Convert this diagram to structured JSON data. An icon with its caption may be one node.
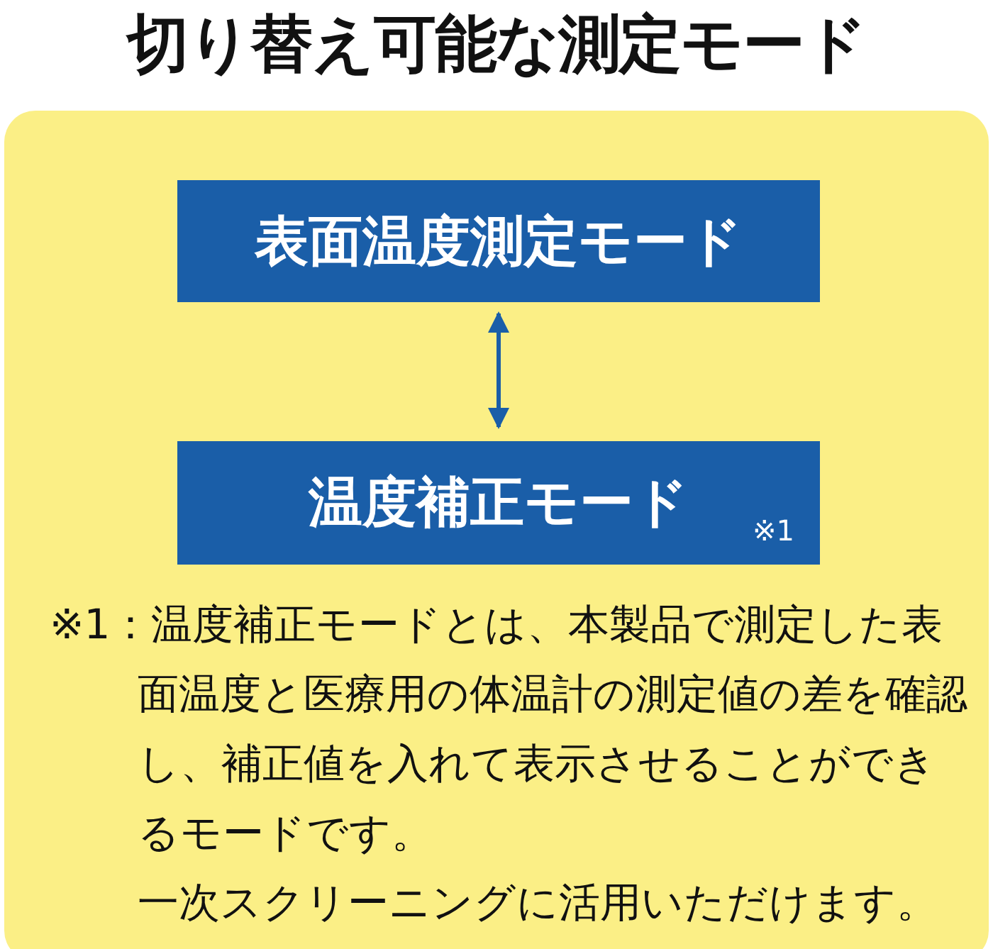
{
  "diagram": {
    "title": "切り替え可能な測定モード",
    "nodes": [
      {
        "text": [
          "表面温度測定モード"
        ]
      },
      {
        "text": [
          "温度補正モード",
          "※1"
        ]
      }
    ],
    "edges": [
      {
        "from": 0,
        "to": 1,
        "arrow": "both"
      }
    ],
    "labels": [
      "※1：温度補正モードとは、本製品で測定した表面温度と医療用の体温計の測定値の差を確認し、補正値を入れて表示させることができるモードです。",
      "一次スクリーニングに活用いただけます。"
    ]
  }
}
